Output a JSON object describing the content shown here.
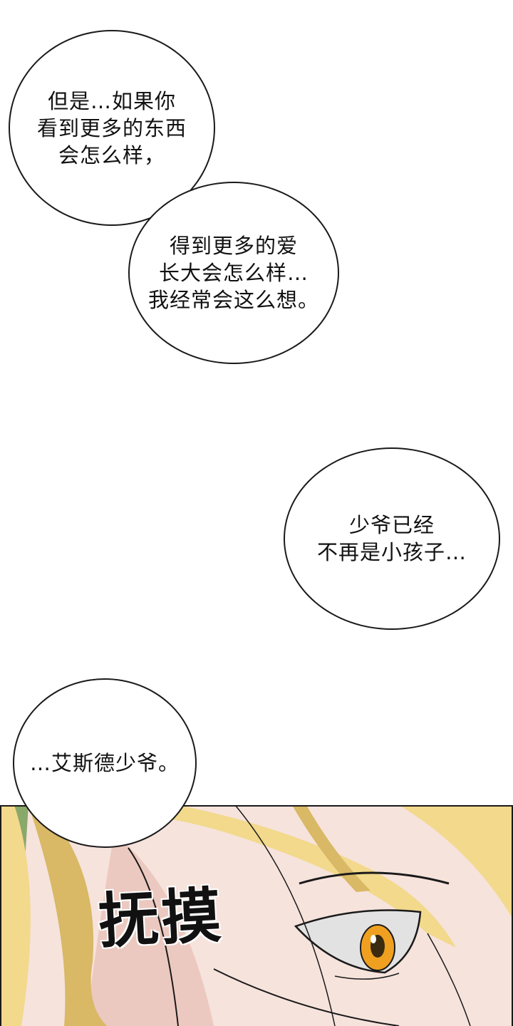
{
  "bubbles": [
    {
      "text": "但是…如果你\n看到更多的东西\n会怎么样，"
    },
    {
      "text": "得到更多的爱\n长大会怎么样…\n我经常会这么想。"
    },
    {
      "text": "少爷已经\n不再是小孩子…"
    },
    {
      "text": "…艾斯德少爷。"
    }
  ],
  "panel": {
    "sound_effect": "抚摸",
    "colors": {
      "hair": "#f2d98c",
      "hair_shadow": "#d9b866",
      "skin": "#f6e3dc",
      "skin_shadow": "#ecc9c0",
      "eye_iris": "#f0a020",
      "foliage": "#8aa86a",
      "ink": "#1a1a1a"
    }
  }
}
